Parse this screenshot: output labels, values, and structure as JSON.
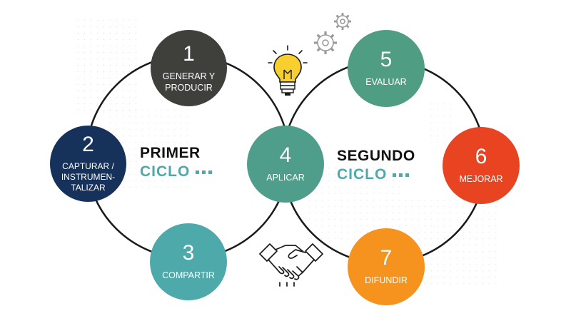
{
  "colors": {
    "ring": "#1a1a1a",
    "accent": "#4ea9ab",
    "title": "#111111"
  },
  "cycles": {
    "first": {
      "line1": "PRIMER",
      "line2": "CICLO"
    },
    "second": {
      "line1": "SEGUNDO",
      "line2": "CICLO"
    }
  },
  "steps": [
    {
      "number": "1",
      "label": "GENERAR Y PRODUCIR",
      "color": "#3f3f3c"
    },
    {
      "number": "2",
      "label": "CAPTURAR / INSTRUMEN- TALIZAR",
      "color": "#17325a"
    },
    {
      "number": "3",
      "label": "COMPARTIR",
      "color": "#4ea9ab"
    },
    {
      "number": "4",
      "label": "APLICAR",
      "color": "#4f9e8b"
    },
    {
      "number": "5",
      "label": "EVALUAR",
      "color": "#4f9e84"
    },
    {
      "number": "6",
      "label": "MEJORAR",
      "color": "#e94422"
    },
    {
      "number": "7",
      "label": "DIFUNDIR",
      "color": "#f6921e"
    }
  ],
  "icons": [
    "lightbulb-icon",
    "gears-icon",
    "handshake-icon"
  ]
}
